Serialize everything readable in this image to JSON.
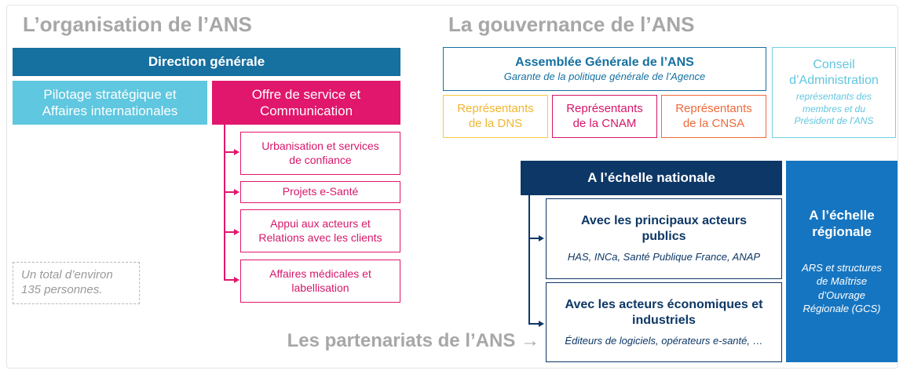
{
  "organisation": {
    "title": "L’organisation de l’ANS",
    "direction": "Direction générale",
    "pilotage": [
      "Pilotage stratégique et",
      "Affaires internationales"
    ],
    "offre": [
      "Offre de service et",
      "Communication"
    ],
    "sub_boxes": [
      [
        "Urbanisation et services",
        "de confiance"
      ],
      [
        "Projets e-Santé"
      ],
      [
        "Appui aux acteurs et",
        "Relations avec les clients"
      ],
      [
        "Affaires médicales et",
        "labellisation"
      ]
    ],
    "total": [
      "Un total d’environ",
      "135 personnes."
    ]
  },
  "gouvernance": {
    "title": "La gouvernance de l’ANS",
    "assemblee_title": "Assemblée Générale de l’ANS",
    "assemblee_subtitle": "Garante de la politique générale de l’Agence",
    "rep_dns": [
      "Représentants",
      "de la DNS"
    ],
    "rep_cnam": [
      "Représentants",
      "de la CNAM"
    ],
    "rep_cnsa": [
      "Représentants",
      "de la CNSA"
    ],
    "conseil_title": [
      "Conseil",
      "d’Administration"
    ],
    "conseil_subtitle": [
      "représentants des",
      "membres et du",
      "Président de l’ANS"
    ]
  },
  "partenariats": {
    "caption": "Les partenariats de l’ANS →",
    "nationale": "A l’échelle nationale",
    "publics_title": [
      "Avec les principaux acteurs",
      "publics"
    ],
    "publics_subtitle": "HAS, INCa, Santé Publique France, ANAP",
    "eco_title": [
      "Avec les acteurs économiques et",
      "industriels"
    ],
    "eco_subtitle": "Éditeurs de logiciels, opérateurs e-santé, …",
    "regionale_title": [
      "A l’échelle",
      "régionale"
    ],
    "regionale_subtitle": [
      "ARS et structures",
      "de Maîtrise",
      "d’Ouvrage",
      "Régionale (GCS)"
    ]
  },
  "colors": {
    "dark_blue": "#0d3766",
    "blue": "#1670a0",
    "light_blue": "#5fc7df",
    "magenta": "#e0176c",
    "yellow": "#f5ca3e",
    "orange": "#ef6a3a",
    "regional_blue": "#1675c0",
    "grey_title": "#a7a7a7"
  }
}
